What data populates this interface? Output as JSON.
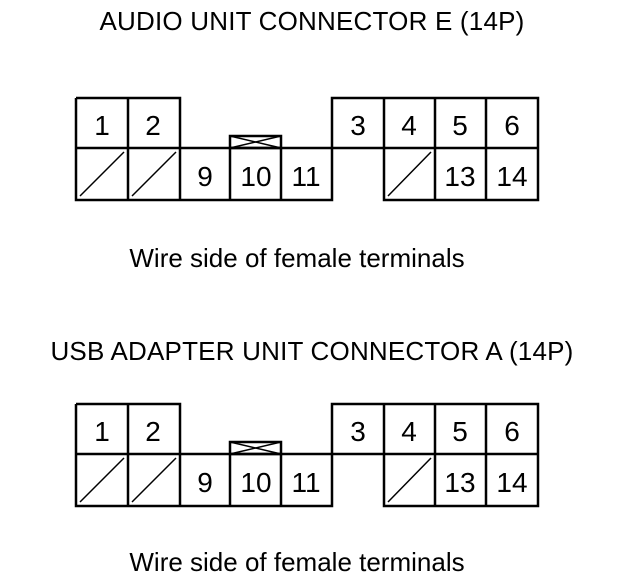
{
  "connectors": [
    {
      "title": "AUDIO UNIT CONNECTOR E (14P)",
      "caption": "Wire side of female terminals",
      "pins": [
        "1",
        "2",
        "3",
        "4",
        "5",
        "6",
        "9",
        "10",
        "11",
        "13",
        "14"
      ]
    },
    {
      "title": "USB ADAPTER UNIT CONNECTOR A (14P)",
      "caption": "Wire side of female terminals",
      "pins": [
        "1",
        "2",
        "3",
        "4",
        "5",
        "6",
        "9",
        "10",
        "11",
        "13",
        "14"
      ]
    }
  ]
}
